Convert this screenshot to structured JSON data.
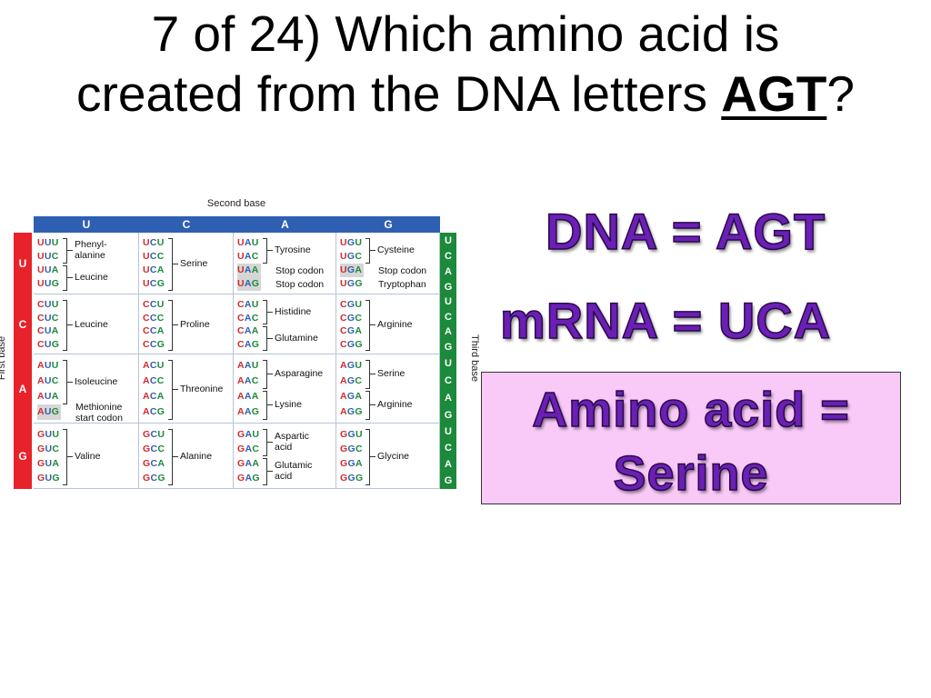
{
  "title": {
    "line1": "7 of 24) Which amino acid is",
    "line2_prefix": "created from the DNA letters ",
    "line2_bold": "AGT",
    "line2_suffix": "?"
  },
  "dna_text": "DNA = AGT",
  "mrna_text": "mRNA = UCA",
  "answer_text": "Amino acid = Serine",
  "colors": {
    "answer_bg": "#f9c9f7",
    "big_text": "#6a1fb5",
    "col_header": "#2f5fb3",
    "row_header": "#e8222a",
    "third_header": "#1b8a3a"
  },
  "codon_table": {
    "second_base_label": "Second base",
    "first_base_label": "First base",
    "third_base_label": "Third base",
    "columns": [
      "U",
      "C",
      "A",
      "G"
    ],
    "rows": [
      "U",
      "C",
      "A",
      "G"
    ],
    "third_letters": [
      "U",
      "C",
      "A",
      "G"
    ],
    "cells": [
      [
        {
          "codons": [
            "UUU",
            "UUC",
            "UUA",
            "UUG"
          ],
          "groups": [
            {
              "label": "Phenyl-\nalanine",
              "span": [
                0,
                1
              ]
            },
            {
              "label": "Leucine",
              "span": [
                2,
                3
              ]
            }
          ]
        },
        {
          "codons": [
            "UCU",
            "UCC",
            "UCA",
            "UCG"
          ],
          "groups": [
            {
              "label": "Serine",
              "span": [
                0,
                3
              ]
            }
          ]
        },
        {
          "codons": [
            "UAU",
            "UAC",
            "UAA",
            "UAG"
          ],
          "groups": [
            {
              "label": "Tyrosine",
              "span": [
                0,
                1
              ]
            },
            {
              "label": "Stop codon",
              "span": [
                2,
                2
              ]
            },
            {
              "label": "Stop codon",
              "span": [
                3,
                3
              ]
            }
          ],
          "highlight": [
            2,
            3
          ]
        },
        {
          "codons": [
            "UGU",
            "UGC",
            "UGA",
            "UGG"
          ],
          "groups": [
            {
              "label": "Cysteine",
              "span": [
                0,
                1
              ]
            },
            {
              "label": "Stop codon",
              "span": [
                2,
                2
              ]
            },
            {
              "label": "Tryptophan",
              "span": [
                3,
                3
              ]
            }
          ],
          "highlight": [
            2
          ]
        }
      ],
      [
        {
          "codons": [
            "CUU",
            "CUC",
            "CUA",
            "CUG"
          ],
          "groups": [
            {
              "label": "Leucine",
              "span": [
                0,
                3
              ]
            }
          ]
        },
        {
          "codons": [
            "CCU",
            "CCC",
            "CCA",
            "CCG"
          ],
          "groups": [
            {
              "label": "Proline",
              "span": [
                0,
                3
              ]
            }
          ]
        },
        {
          "codons": [
            "CAU",
            "CAC",
            "CAA",
            "CAG"
          ],
          "groups": [
            {
              "label": "Histidine",
              "span": [
                0,
                1
              ]
            },
            {
              "label": "Glutamine",
              "span": [
                2,
                3
              ]
            }
          ]
        },
        {
          "codons": [
            "CGU",
            "CGC",
            "CGA",
            "CGG"
          ],
          "groups": [
            {
              "label": "Arginine",
              "span": [
                0,
                3
              ]
            }
          ]
        }
      ],
      [
        {
          "codons": [
            "AUU",
            "AUC",
            "AUA",
            "AUG"
          ],
          "groups": [
            {
              "label": "Isoleucine",
              "span": [
                0,
                2
              ]
            },
            {
              "label": "Methionine\nstart codon",
              "span": [
                3,
                3
              ]
            }
          ],
          "highlight": [
            3
          ]
        },
        {
          "codons": [
            "ACU",
            "ACC",
            "ACA",
            "ACG"
          ],
          "groups": [
            {
              "label": "Threonine",
              "span": [
                0,
                3
              ]
            }
          ]
        },
        {
          "codons": [
            "AAU",
            "AAC",
            "AAA",
            "AAG"
          ],
          "groups": [
            {
              "label": "Asparagine",
              "span": [
                0,
                1
              ]
            },
            {
              "label": "Lysine",
              "span": [
                2,
                3
              ]
            }
          ]
        },
        {
          "codons": [
            "AGU",
            "AGC",
            "AGA",
            "AGG"
          ],
          "groups": [
            {
              "label": "Serine",
              "span": [
                0,
                1
              ]
            },
            {
              "label": "Arginine",
              "span": [
                2,
                3
              ]
            }
          ]
        }
      ],
      [
        {
          "codons": [
            "GUU",
            "GUC",
            "GUA",
            "GUG"
          ],
          "groups": [
            {
              "label": "Valine",
              "span": [
                0,
                3
              ]
            }
          ]
        },
        {
          "codons": [
            "GCU",
            "GCC",
            "GCA",
            "GCG"
          ],
          "groups": [
            {
              "label": "Alanine",
              "span": [
                0,
                3
              ]
            }
          ]
        },
        {
          "codons": [
            "GAU",
            "GAC",
            "GAA",
            "GAG"
          ],
          "groups": [
            {
              "label": "Aspartic\nacid",
              "span": [
                0,
                1
              ]
            },
            {
              "label": "Glutamic\nacid",
              "span": [
                2,
                3
              ]
            }
          ]
        },
        {
          "codons": [
            "GGU",
            "GGC",
            "GGA",
            "GGG"
          ],
          "groups": [
            {
              "label": "Glycine",
              "span": [
                0,
                3
              ]
            }
          ]
        }
      ]
    ]
  }
}
